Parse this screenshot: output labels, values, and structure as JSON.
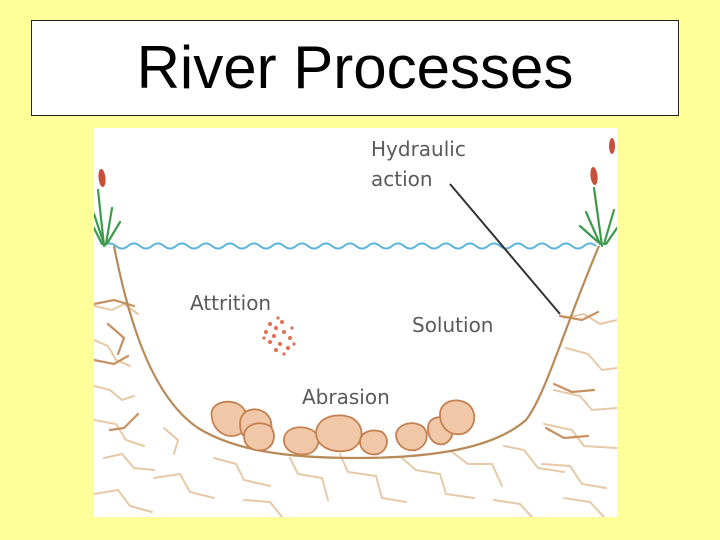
{
  "slide": {
    "title": "River Processes"
  },
  "diagram": {
    "labels": {
      "hydraulic_line1": "Hydraulic",
      "hydraulic_line2": "action",
      "attrition": "Attrition",
      "solution": "Solution",
      "abrasion": "Abrasion"
    },
    "colors": {
      "water_line": "#5ab4dc",
      "channel": "#b88a58",
      "cracks": "#e6c9a6",
      "boulder_fill": "#f0c8a8",
      "boulder_stroke": "#c48050",
      "particles": "#e07050",
      "reeds": "#3c9a4c",
      "reed_heads": "#c8503a",
      "pointer": "#333333"
    }
  }
}
